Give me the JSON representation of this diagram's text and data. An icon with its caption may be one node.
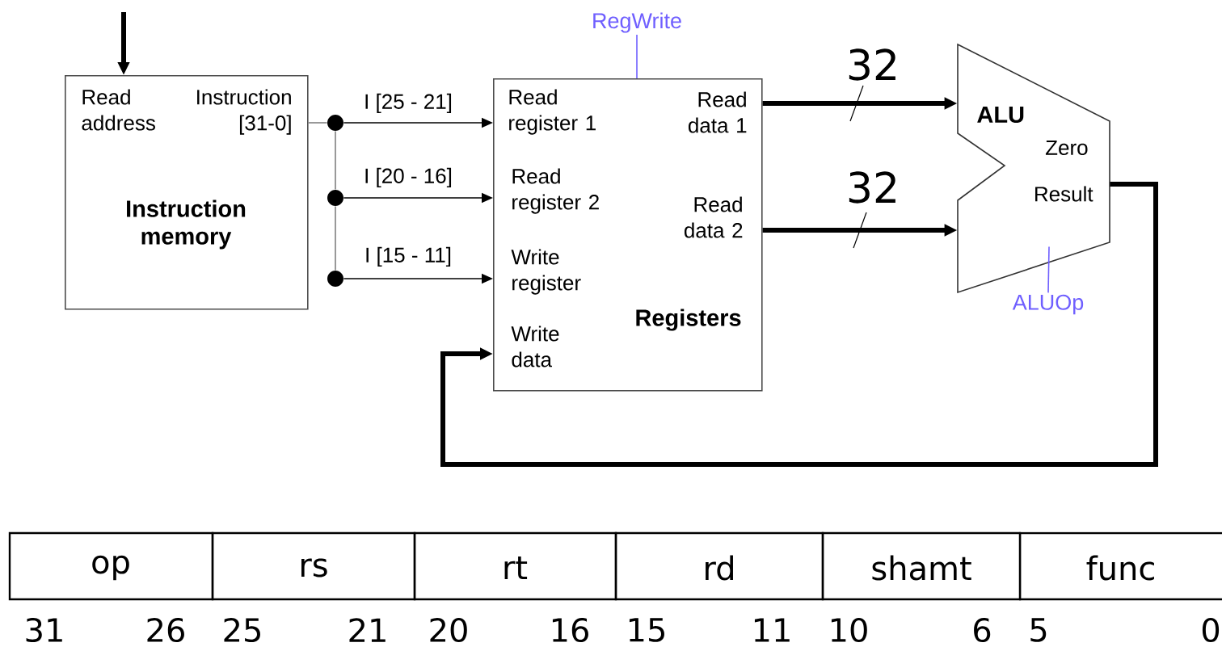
{
  "diagram": {
    "nodes": [
      {
        "text": [
          "Read address",
          "Instruction [31-0]",
          "Instruction memory"
        ]
      },
      {
        "text": [],
        "shape": "circle"
      },
      {
        "text": [],
        "shape": "circle"
      },
      {
        "text": [],
        "shape": "circle"
      },
      {
        "text": [
          "RegWrite"
        ]
      },
      {
        "text": [
          "Read register 1",
          "Read register 2",
          "Write register",
          "Write data",
          "Read data 1",
          "Read data 2",
          "Registers"
        ]
      },
      {
        "text": [
          "ALU",
          "Zero",
          "Result"
        ]
      },
      {
        "text": [
          "ALUOp"
        ]
      }
    ],
    "edges": [
      {
        "from": null,
        "to": 0,
        "arrow": "to",
        "style": "thick"
      },
      {
        "from": 0,
        "to": 1,
        "arrow": "none",
        "color": "#808080"
      },
      {
        "from": 1,
        "to": 2,
        "arrow": "none",
        "color": "#808080"
      },
      {
        "from": 2,
        "to": 3,
        "arrow": "none",
        "color": "#808080"
      },
      {
        "from": 1,
        "to": 5,
        "arrow": "to",
        "label": "I [25 - 21]"
      },
      {
        "from": 2,
        "to": 5,
        "arrow": "to",
        "label": "I [20 - 16]"
      },
      {
        "from": 3,
        "to": 5,
        "arrow": "to",
        "label": "I [15 - 11]"
      },
      {
        "from": 4,
        "to": 5,
        "arrow": "none",
        "color": "#6f5fff"
      },
      {
        "from": 5,
        "to": 6,
        "arrow": "to",
        "label": "32",
        "style": "thick"
      },
      {
        "from": 5,
        "to": 6,
        "arrow": "to",
        "label": "32",
        "style": "thick"
      },
      {
        "from": 7,
        "to": 6,
        "arrow": "none",
        "color": "#6f5fff"
      },
      {
        "from": 6,
        "to": 5,
        "arrow": "to",
        "style": "thick"
      }
    ],
    "labels": [
      "op",
      "rs",
      "rt",
      "rd",
      "shamt",
      "func",
      "31",
      "26",
      "25",
      "21",
      "20",
      "16",
      "15",
      "11",
      "10",
      "6",
      "5",
      "0"
    ]
  }
}
